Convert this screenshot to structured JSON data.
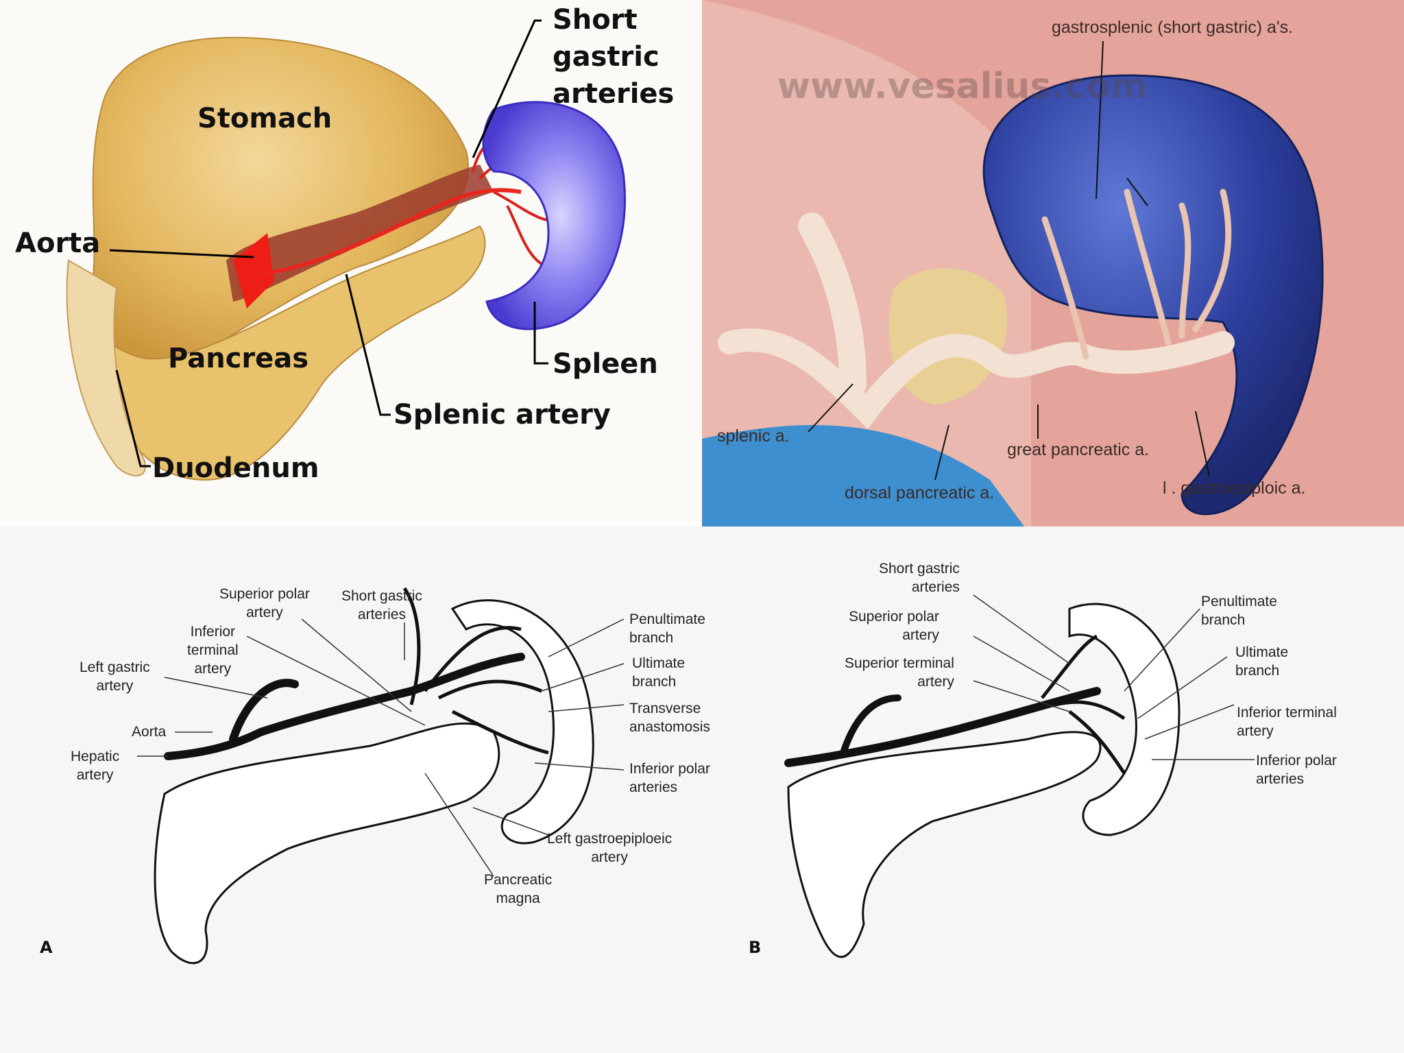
{
  "panel_top_left": {
    "labels": {
      "short_gastric": "Short\ngastric\narteries",
      "stomach": "Stomach",
      "aorta": "Aorta",
      "pancreas": "Pancreas",
      "spleen": "Spleen",
      "splenic_artery": "Splenic artery",
      "duodenum": "Duodenum"
    }
  },
  "panel_top_right": {
    "watermark": "www.vesalius.com",
    "labels": {
      "gastrosplenic": "gastrosplenic (short gastric) a's.",
      "splenic": "splenic a.",
      "great_pancreatic": "great pancreatic a.",
      "dorsal_pancreatic": "dorsal pancreatic a.",
      "gastroepiploic": "l . gastroepiploic a."
    }
  },
  "panel_bottom_a": {
    "letter": "A",
    "labels": {
      "superior_polar": "Superior polar\nartery",
      "short_gastric": "Short gastric\narteries",
      "inferior_terminal": "Inferior\nterminal\nartery",
      "left_gastric": "Left gastric\nartery",
      "aorta": "Aorta",
      "hepatic": "Hepatic\nartery",
      "penultimate": "Penultimate\nbranch",
      "ultimate": "Ultimate\nbranch",
      "transverse": "Transverse\nanastomosis",
      "inferior_polar": "Inferior polar\narteries",
      "left_gastroepiploeic": "Left gastroepiploeic\nartery",
      "pancreatic_magna": "Pancreatic\nmagna"
    }
  },
  "panel_bottom_b": {
    "letter": "B",
    "labels": {
      "short_gastric": "Short gastric\narteries",
      "superior_polar": "Superior polar\nartery",
      "superior_terminal": "Superior terminal\nartery",
      "penultimate": "Penultimate\nbranch",
      "ultimate": "Ultimate\nbranch",
      "inferior_terminal": "Inferior terminal\nartery",
      "inferior_polar": "Inferior polar\narteries"
    }
  },
  "colors": {
    "stomach": "#e3b75e",
    "spleen_purple": "#6a5ee8",
    "artery_red": "#d8231c",
    "spleen_blue": "#2d3f9e",
    "tissue_pink": "#e4a49c",
    "vein_blue": "#3e8fcf"
  }
}
